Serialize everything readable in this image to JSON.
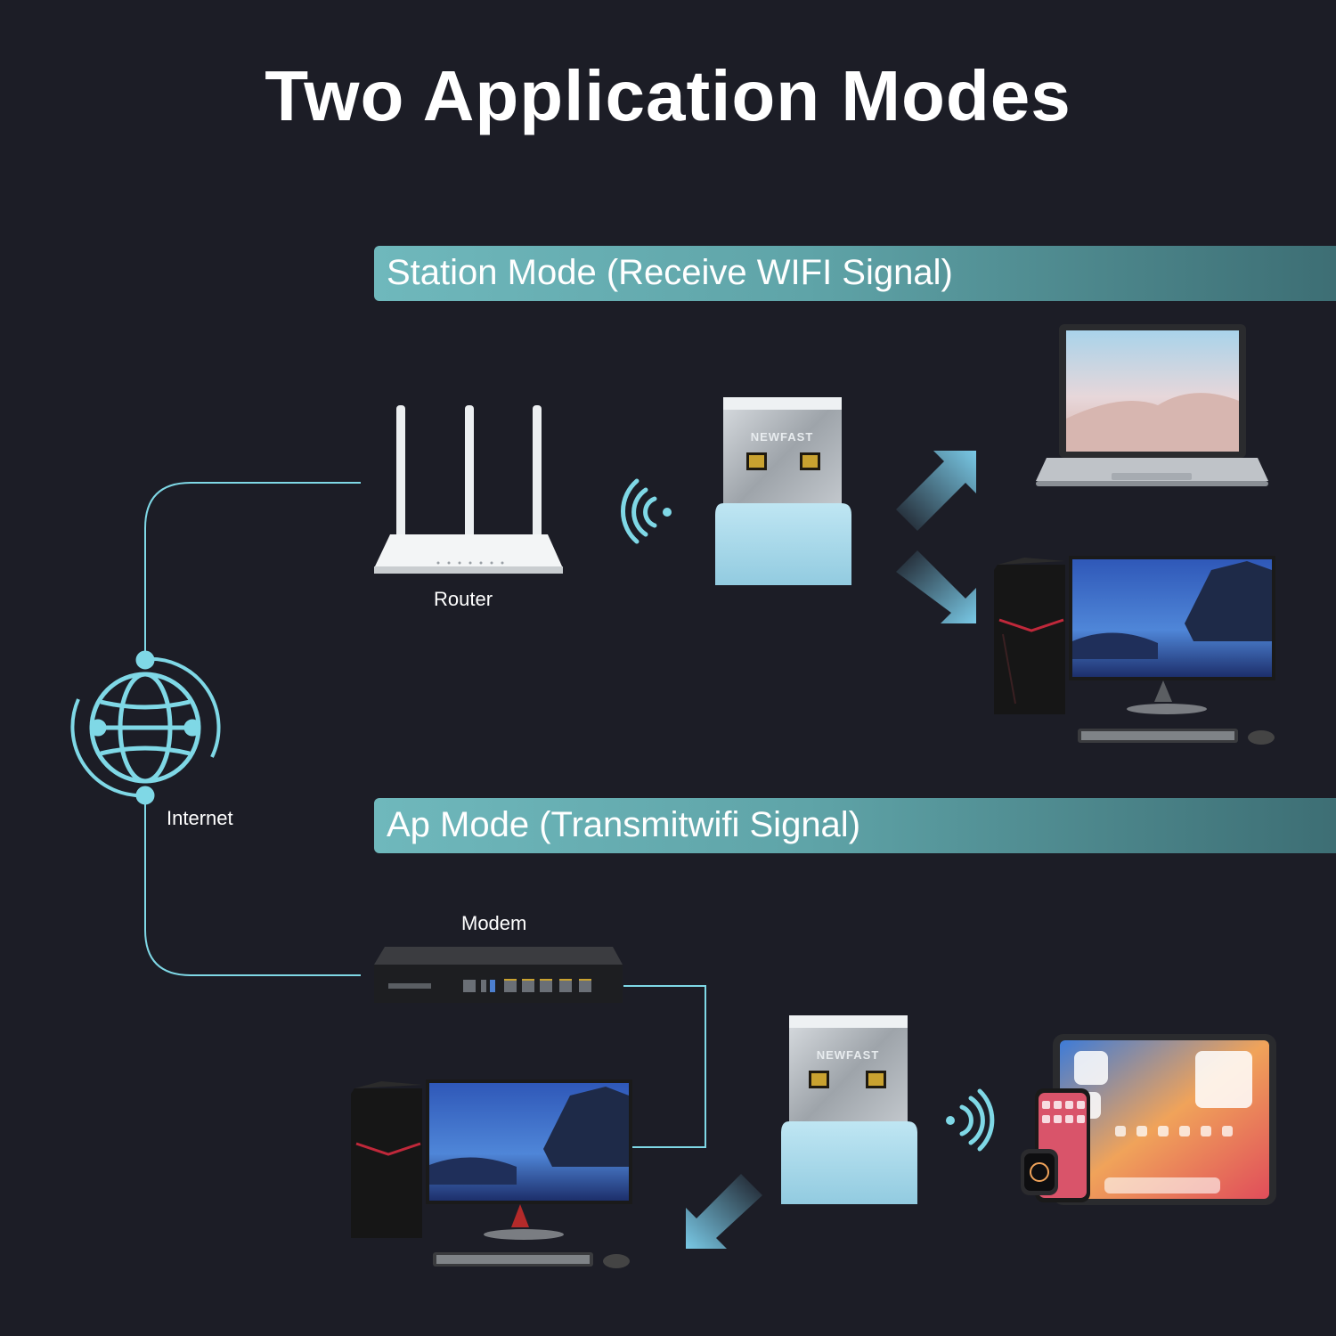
{
  "title": "Two Application Modes",
  "station_banner": "Station Mode (Receive WIFI Signal)",
  "ap_banner": "Ap Mode (Transmitwifi Signal)",
  "labels": {
    "router": "Router",
    "internet": "Internet",
    "modem": "Modem"
  },
  "usb_brand": "NEWFAST",
  "colors": {
    "background": "#1c1d26",
    "accent": "#7fd8e6",
    "banner": "#5fa4a8",
    "usb_cap": "#a7d8ea"
  }
}
